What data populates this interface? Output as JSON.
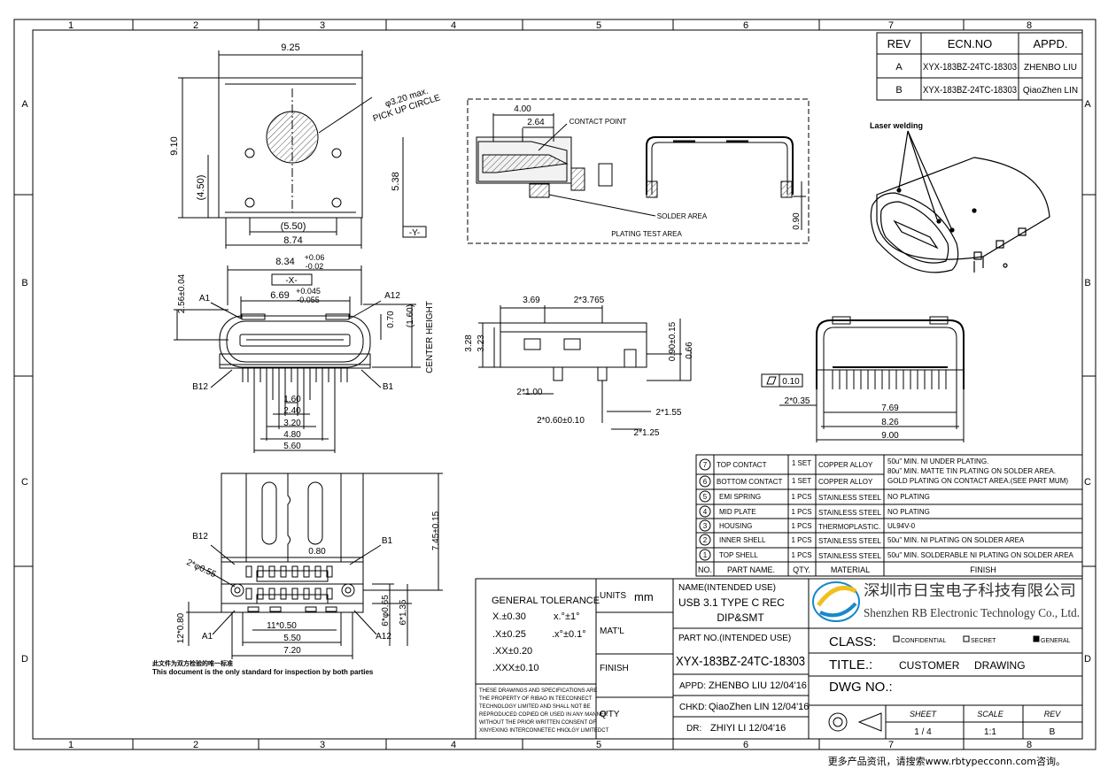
{
  "grid": {
    "top_cols": [
      "1",
      "2",
      "3",
      "4",
      "5",
      "6",
      "7",
      "8"
    ],
    "rows": [
      "A",
      "B",
      "C",
      "D"
    ]
  },
  "revisions": {
    "headers": {
      "rev": "REV",
      "ecn": "ECN.NO",
      "appd": "APPD."
    },
    "rows": [
      {
        "rev": "A",
        "ecn": "XYX-183BZ-24TC-18303",
        "appd": "ZHENBO LIU"
      },
      {
        "rev": "B",
        "ecn": "XYX-183BZ-24TC-18303",
        "appd": "QiaoZhen LIN"
      }
    ]
  },
  "views": {
    "top": {
      "w_925": "9.25",
      "h_910": "9.10",
      "phi": "φ3.20 max.",
      "pick": "PICK UP CIRCLE",
      "d_450": "(4.50)",
      "d_538": "5.38",
      "d_550": "(5.50)",
      "d_874": "8.74",
      "datum_y": "-Y-"
    },
    "front": {
      "d_834": "8.34",
      "d_834_tol_up": "+0.06",
      "d_834_tol_dn": "-0.02",
      "datum_x": "-X-",
      "d_669": "6.69",
      "d_669_tol_up": "+0.045",
      "d_669_tol_dn": "-0.055",
      "d_256": "2.56±0.04",
      "a1": "A1",
      "a12": "A12",
      "d_070": "0.70",
      "d_160": "(1.60)",
      "center": "CENTER HEIGHT",
      "b12": "B12",
      "b1": "B1",
      "d_160b": "1.60",
      "d_240": "2.40",
      "d_320": "3.20",
      "d_480": "4.80",
      "d_560": "5.60"
    },
    "section": {
      "d_400": "4.00",
      "d_264": "2.64",
      "contact": "CONTACT POINT",
      "solder": "SOLDER AREA",
      "plating": "PLATING TEST AREA",
      "d_090": "0.90"
    },
    "side": {
      "d_369": "3.69",
      "d_2x3765": "2*3.765",
      "d_328": "3.28",
      "d_323": "3.23",
      "d_090_15": "0.90±0.15",
      "d_066": "0.66",
      "d_2x100": "2*1.00",
      "d_2x155": "2*1.55",
      "d_2x060": "2*0.60±0.10",
      "d_2x125": "2*1.25"
    },
    "rear": {
      "flat": "0.10",
      "d_2x035": "2*0.35",
      "d_769": "7.69",
      "d_826": "8.26",
      "d_900": "9.00"
    },
    "iso": {
      "laser": "Laser welding"
    },
    "bottom": {
      "d_745": "7.45±0.15",
      "b12": "B12",
      "b1": "B1",
      "d_080": "0.80",
      "d_2phi055": "2*φ0.55",
      "d_6phi065": "6*φ0.65",
      "d_6x135": "6*1.35",
      "d_12x080": "12*0.80",
      "d_11x050": "11*0.50",
      "d_550": "5.50",
      "d_720": "7.20",
      "a1": "A1",
      "a12": "A12"
    },
    "note": {
      "cn": "此文件为双方检验的唯一标准",
      "en": "This document is the only standard for inspection by both parties"
    }
  },
  "bom": {
    "headers": {
      "no": "NO.",
      "part": "PART NAME.",
      "qty": "QTY.",
      "material": "MATERIAL",
      "finish": "FINISH"
    },
    "rows": [
      {
        "no": "7",
        "part": "TOP CONTACT",
        "qty": "1 SET",
        "material": "COPPER ALLOY",
        "finish": [
          "50u\" MIN. NI UNDER PLATING.",
          "80u\" MIN. MATTE TIN PLATING ON SOLDER AREA.",
          "GOLD PLATING ON CONTACT AREA.(SEE PART MUM)"
        ]
      },
      {
        "no": "6",
        "part": "BOTTOM CONTACT",
        "qty": "1 SET",
        "material": "COPPER ALLOY",
        "finish": []
      },
      {
        "no": "5",
        "part": "EMI SPRING",
        "qty": "1 PCS",
        "material": "STAINLESS STEEL",
        "finish": [
          "NO PLATING"
        ]
      },
      {
        "no": "4",
        "part": "MID PLATE",
        "qty": "1 PCS",
        "material": "STAINLESS STEEL",
        "finish": [
          "NO PLATING"
        ]
      },
      {
        "no": "3",
        "part": "HOUSING",
        "qty": "1 PCS",
        "material": "THERMOPLASTIC.",
        "finish": [
          "UL94V-0"
        ]
      },
      {
        "no": "2",
        "part": "INNER SHELL",
        "qty": "1 PCS",
        "material": "STAINLESS STEEL",
        "finish": [
          "50u\" MIN. NI PLATING ON SOLDER AREA"
        ]
      },
      {
        "no": "1",
        "part": "TOP SHELL",
        "qty": "1 PCS",
        "material": "STAINLESS STEEL",
        "finish": [
          "50u\" MIN. SOLDERABLE NI PLATING ON SOLDER AREA"
        ]
      }
    ]
  },
  "titleblock": {
    "gen_tol": "GENERAL TOLERANCE",
    "tol": [
      "X.±0.30",
      ".X±0.25",
      ".XX±0.20",
      ".XXX±0.10"
    ],
    "ang": [
      "x.°±1°",
      ".x°±0.1°"
    ],
    "units_label": "UNITS",
    "units": "mm",
    "mat": "MAT'L",
    "finish": "FINISH",
    "qty": "Q'TY",
    "disclaimer": [
      "THESE DRAWINGS AND SPECIFICATIONS ARE",
      "THE PROPERTY OF RIBAO IN TEECONNECT",
      "TECHNOLOGY LIMITED AND SHALL NOT BE",
      "REPRODUCED COPIED OR USED IN ANY MANNER",
      "WITHOUT THE PRIOR WRITTEN CONSENT OF",
      "XINYEXING INTERCONNETEC HNOLGY LIMITEDCT"
    ],
    "name_label": "NAME(INTENDED USE)",
    "name_1": "USB 3.1 TYPE C REC",
    "name_2": "DIP&SMT",
    "partno_label": "PART NO.(INTENDED USE)",
    "partno": "XYX-183BZ-24TC-18303",
    "appd_label": "APPD:",
    "appd": "ZHENBO LIU 12/04'16",
    "chkd_label": "CHKD:",
    "chkd": "QiaoZhen LIN 12/04'16",
    "dr_label": "DR:",
    "dr": "ZHIYI LI  12/04'16",
    "company_cn": "深圳市日宝电子科技有限公司",
    "company_en": "Shenzhen RB Electronic Technology Co., Ltd.",
    "class_label": "CLASS:",
    "class_opts": [
      "CONFIDENTIAL",
      "SECRET",
      "GENERAL"
    ],
    "title_label": "TITLE.:",
    "title_1": "CUSTOMER",
    "title_2": "DRAWING",
    "dwg_label": "DWG NO.:",
    "sheet_label": "SHEET",
    "sheet": "1 / 4",
    "scale_label": "SCALE",
    "scale": "1:1",
    "rev_label": "REV",
    "rev": "B"
  },
  "footer": "更多产品资讯，请搜索www.rbtypecconn.com咨询。"
}
